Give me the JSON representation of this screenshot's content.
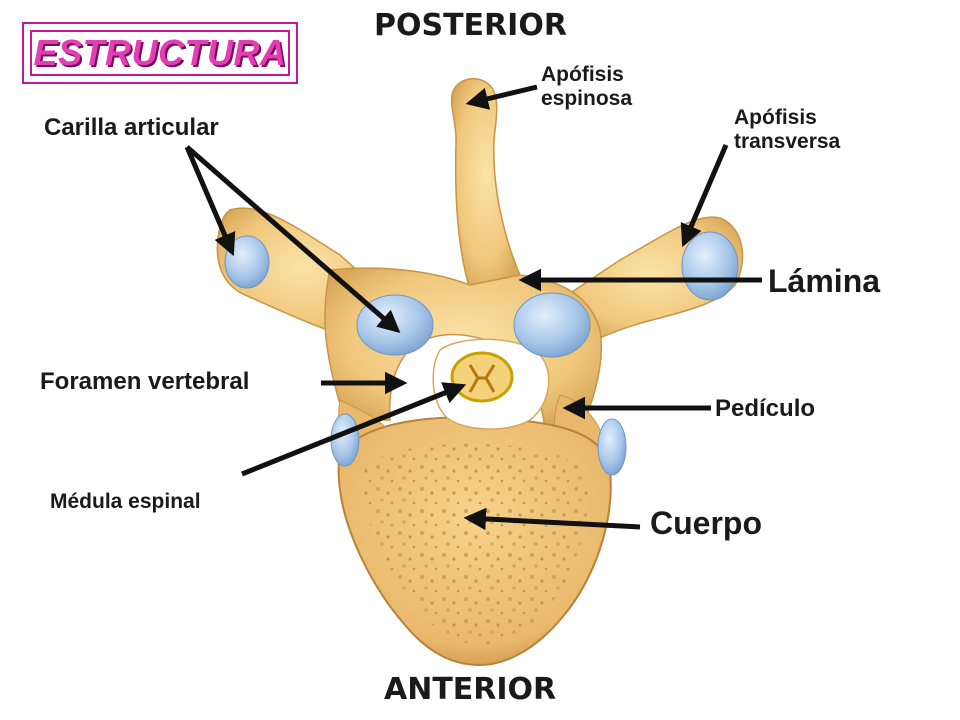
{
  "title": "ESTRUCTURA",
  "orientation": {
    "top": "POSTERIOR",
    "bottom": "ANTERIOR"
  },
  "labels": {
    "apofisis_espinosa": [
      "Apófisis",
      "espinosa"
    ],
    "apofisis_transversa": [
      "Apófisis",
      "transversa"
    ],
    "carilla_articular": "Carilla articular",
    "lamina": "Lámina",
    "foramen_vertebral": "Foramen vertebral",
    "pediculo": "Pedículo",
    "medula_espinal": "Médula espinal",
    "cuerpo": "Cuerpo"
  },
  "colors": {
    "bone": "#f3cf87",
    "bone_dark": "#d9a85a",
    "cartilage": "#a9c8ea",
    "title": "#e23fb6",
    "frame": "#c2189a",
    "cord": "#e8b300"
  }
}
